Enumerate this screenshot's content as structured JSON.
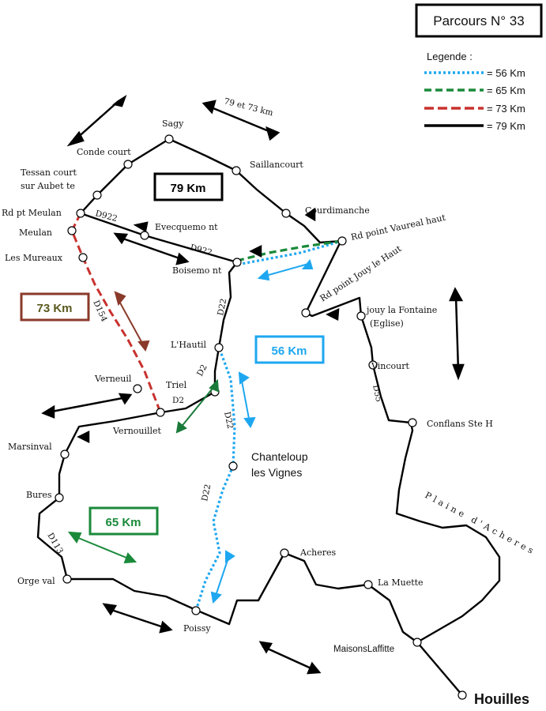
{
  "title": "Parcours N° 33",
  "legend": {
    "heading": "Legende :",
    "items": [
      {
        "label": "= 56 Km",
        "color": "#1ea7f0"
      },
      {
        "label": "= 65 Km",
        "color": "#1a8a3a"
      },
      {
        "label": "= 73 Km",
        "color": "#c8322e"
      },
      {
        "label": "= 79 Km",
        "color": "#000000"
      }
    ]
  },
  "routes": {
    "r79": "79 Km",
    "r73": "73 Km",
    "r56": "56 Km",
    "r65": "65 Km"
  },
  "places": {
    "sagy": "Sagy",
    "conde": "Conde court",
    "tessan1": "Tessan court",
    "tessan2": "sur Aubet te",
    "rdptmeulan": "Rd pt Meulan",
    "meulan": "Meulan",
    "mureaux": "Les Mureaux",
    "evecquemont": "Evecquemo nt",
    "boisemont": "Boisemo nt",
    "saillancourt": "Saillancourt",
    "courdimanche": "Courdimanche",
    "vaureal": "Rd point Vaureal haut",
    "jouy_haut": "Rd point Jouy le Haut",
    "jouy1": "jouy la Fontaine",
    "jouy2": "(Eglise)",
    "vincourt": "Vincourt",
    "conflans": "Conflans Ste H",
    "lhautil": "L'Hautil",
    "triel": "Triel",
    "verneuil": "Verneuil",
    "vernouillet": "Vernouillet",
    "marsinval": "Marsinval",
    "bures": "Bures",
    "orgeval": "Orge val",
    "poissy": "Poissy",
    "acheres": "Acheres",
    "lamuette": "La Muette",
    "maisons": "MaisonsLaffitte",
    "chanteloup1": "Chanteloup",
    "chanteloup2": "les Vignes",
    "houilles": "Houilles",
    "plaine": "Plaine d'Acheres"
  },
  "roads": {
    "d922a": "D922",
    "d922b": "D922",
    "d22a": "D22",
    "d22b": "D22",
    "d22c": "D22",
    "d2a": "D2",
    "d2b": "D2",
    "d154": "D154",
    "d113": "D113",
    "d55": "D55",
    "r7973": "79 et 73 km"
  }
}
